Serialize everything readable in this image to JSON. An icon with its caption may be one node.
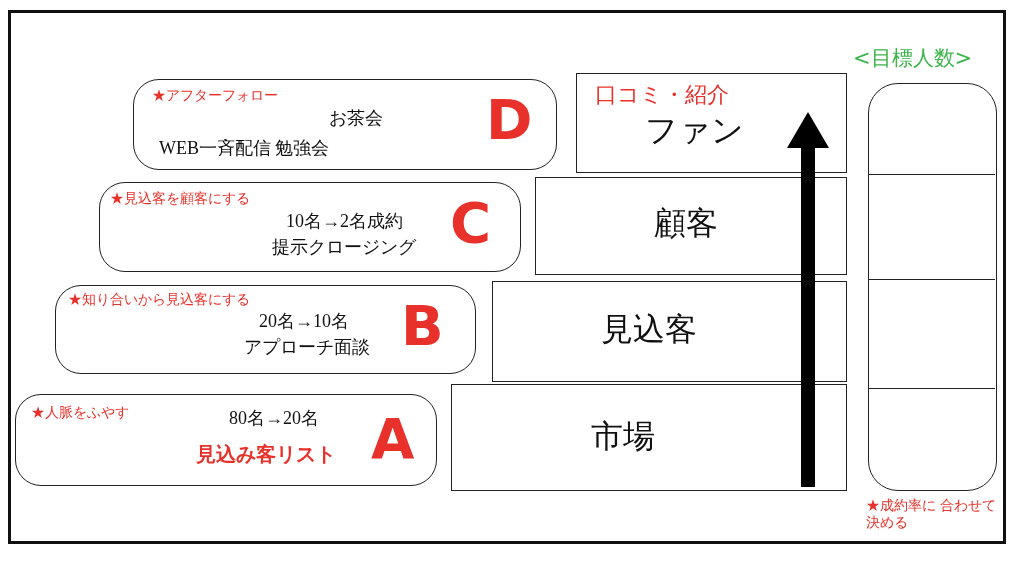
{
  "diagram": {
    "nodes": [
      {
        "text": [
          "★アフターフォロー",
          "お茶会",
          "WEB一斉配信 勉強会",
          "D"
        ]
      },
      {
        "text": [
          "★見込客を顧客にする",
          "10名→2名成約",
          "提示クロージング",
          "C"
        ]
      },
      {
        "text": [
          "★知り合いから見込客にする",
          "20名→10名",
          "アプローチ面談",
          "B"
        ]
      },
      {
        "text": [
          "★人脈をふやす",
          "80名→20名",
          "見込み客リスト",
          "A"
        ]
      },
      {
        "text": [
          "口コミ・紹介",
          "ファン"
        ]
      },
      {
        "text": [
          "顧客"
        ]
      },
      {
        "text": [
          "見込客"
        ]
      },
      {
        "text": [
          "市場"
        ]
      },
      {
        "text": [
          "<目標人数>"
        ],
        "beside": [
          "★成約率に 合わせて決める"
        ]
      }
    ],
    "edges": []
  }
}
